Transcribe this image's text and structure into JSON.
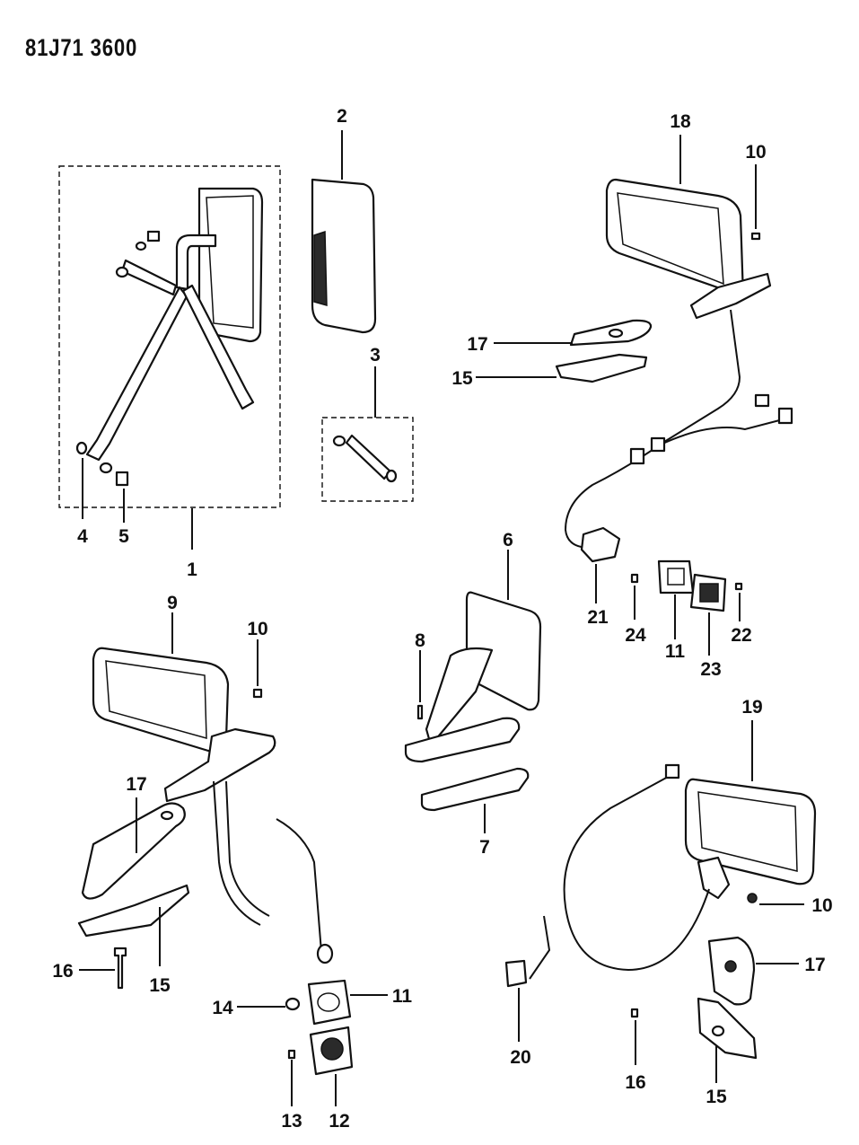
{
  "document": {
    "id": "81J71 3600"
  },
  "callouts": [
    {
      "key": "c1",
      "text": "1"
    },
    {
      "key": "c2",
      "text": "2"
    },
    {
      "key": "c3",
      "text": "3"
    },
    {
      "key": "c4",
      "text": "4"
    },
    {
      "key": "c5",
      "text": "5"
    },
    {
      "key": "c6",
      "text": "6"
    },
    {
      "key": "c7",
      "text": "7"
    },
    {
      "key": "c8",
      "text": "8"
    },
    {
      "key": "c9",
      "text": "9"
    },
    {
      "key": "c10a",
      "text": "10"
    },
    {
      "key": "c10b",
      "text": "10"
    },
    {
      "key": "c10c",
      "text": "10"
    },
    {
      "key": "c11a",
      "text": "11"
    },
    {
      "key": "c11b",
      "text": "11"
    },
    {
      "key": "c12",
      "text": "12"
    },
    {
      "key": "c13",
      "text": "13"
    },
    {
      "key": "c14",
      "text": "14"
    },
    {
      "key": "c15a",
      "text": "15"
    },
    {
      "key": "c15b",
      "text": "15"
    },
    {
      "key": "c15c",
      "text": "15"
    },
    {
      "key": "c16a",
      "text": "16"
    },
    {
      "key": "c16b",
      "text": "16"
    },
    {
      "key": "c17a",
      "text": "17"
    },
    {
      "key": "c17b",
      "text": "17"
    },
    {
      "key": "c17c",
      "text": "17"
    },
    {
      "key": "c18",
      "text": "18"
    },
    {
      "key": "c19",
      "text": "19"
    },
    {
      "key": "c20",
      "text": "20"
    },
    {
      "key": "c21",
      "text": "21"
    },
    {
      "key": "c22",
      "text": "22"
    },
    {
      "key": "c23",
      "text": "23"
    },
    {
      "key": "c24",
      "text": "24"
    }
  ]
}
